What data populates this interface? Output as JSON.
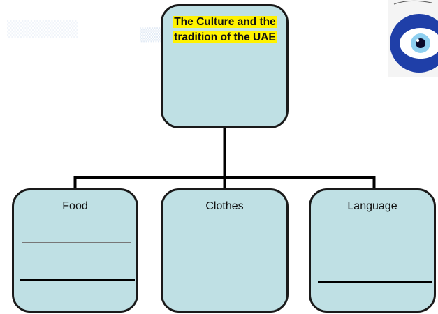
{
  "diagram": {
    "root": {
      "title_line1": "The Culture and the",
      "title_line2": "tradition of the UAE"
    },
    "branches": [
      {
        "label": "Food"
      },
      {
        "label": "Clothes"
      },
      {
        "label": "Language"
      }
    ],
    "colors": {
      "box_fill": "#bfe0e4",
      "box_border": "#1a1a1a",
      "title_highlight": "#fff200",
      "eye_outer": "#1f3fa8",
      "eye_iris": "#8fd0f0"
    }
  },
  "decor": {
    "eye_logo_icon": "evil-eye-icon"
  }
}
